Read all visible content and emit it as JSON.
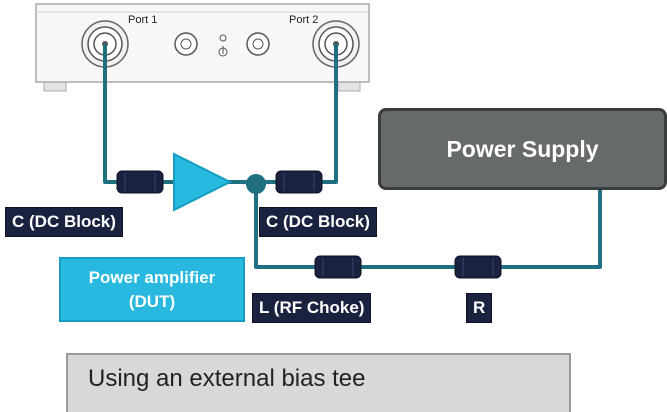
{
  "instrument": {
    "port1_label": "Port 1",
    "port2_label": "Port 2"
  },
  "components": {
    "dc_block_left": "C (DC Block)",
    "dc_block_right": "C (DC Block)",
    "dut_line1": "Power amplifier",
    "dut_line2": "(DUT)",
    "rf_choke": "L (RF Choke)",
    "resistor": "R",
    "power_supply": "Power Supply"
  },
  "caption": "Using an external bias tee",
  "colors": {
    "cable": "#1f6f80",
    "amplifier": "#29b8e0",
    "label_background": "#1b2240",
    "power_supply": "#666a6b",
    "caption_background": "#d8d8d8"
  }
}
